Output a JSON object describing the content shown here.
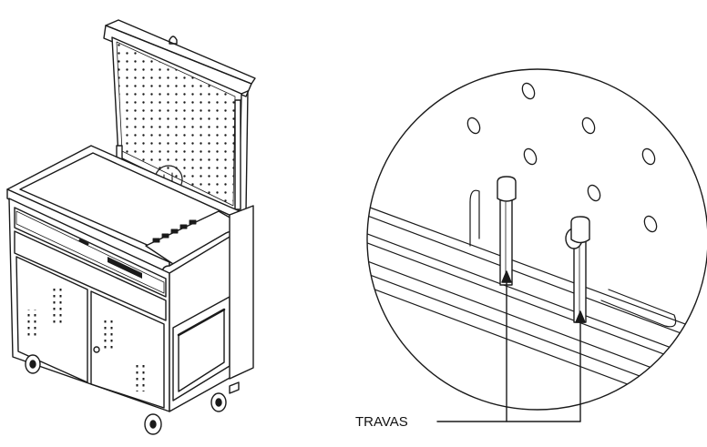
{
  "figure": {
    "callout_label": "TRAVAS",
    "line_color": "#1a1a1a",
    "background": "#ffffff",
    "overview": {
      "depicts": "tool-cart-with-pegboard"
    },
    "detail": {
      "depicts": "pegboard-lock-pins-closeup",
      "callout_count": 2
    }
  }
}
